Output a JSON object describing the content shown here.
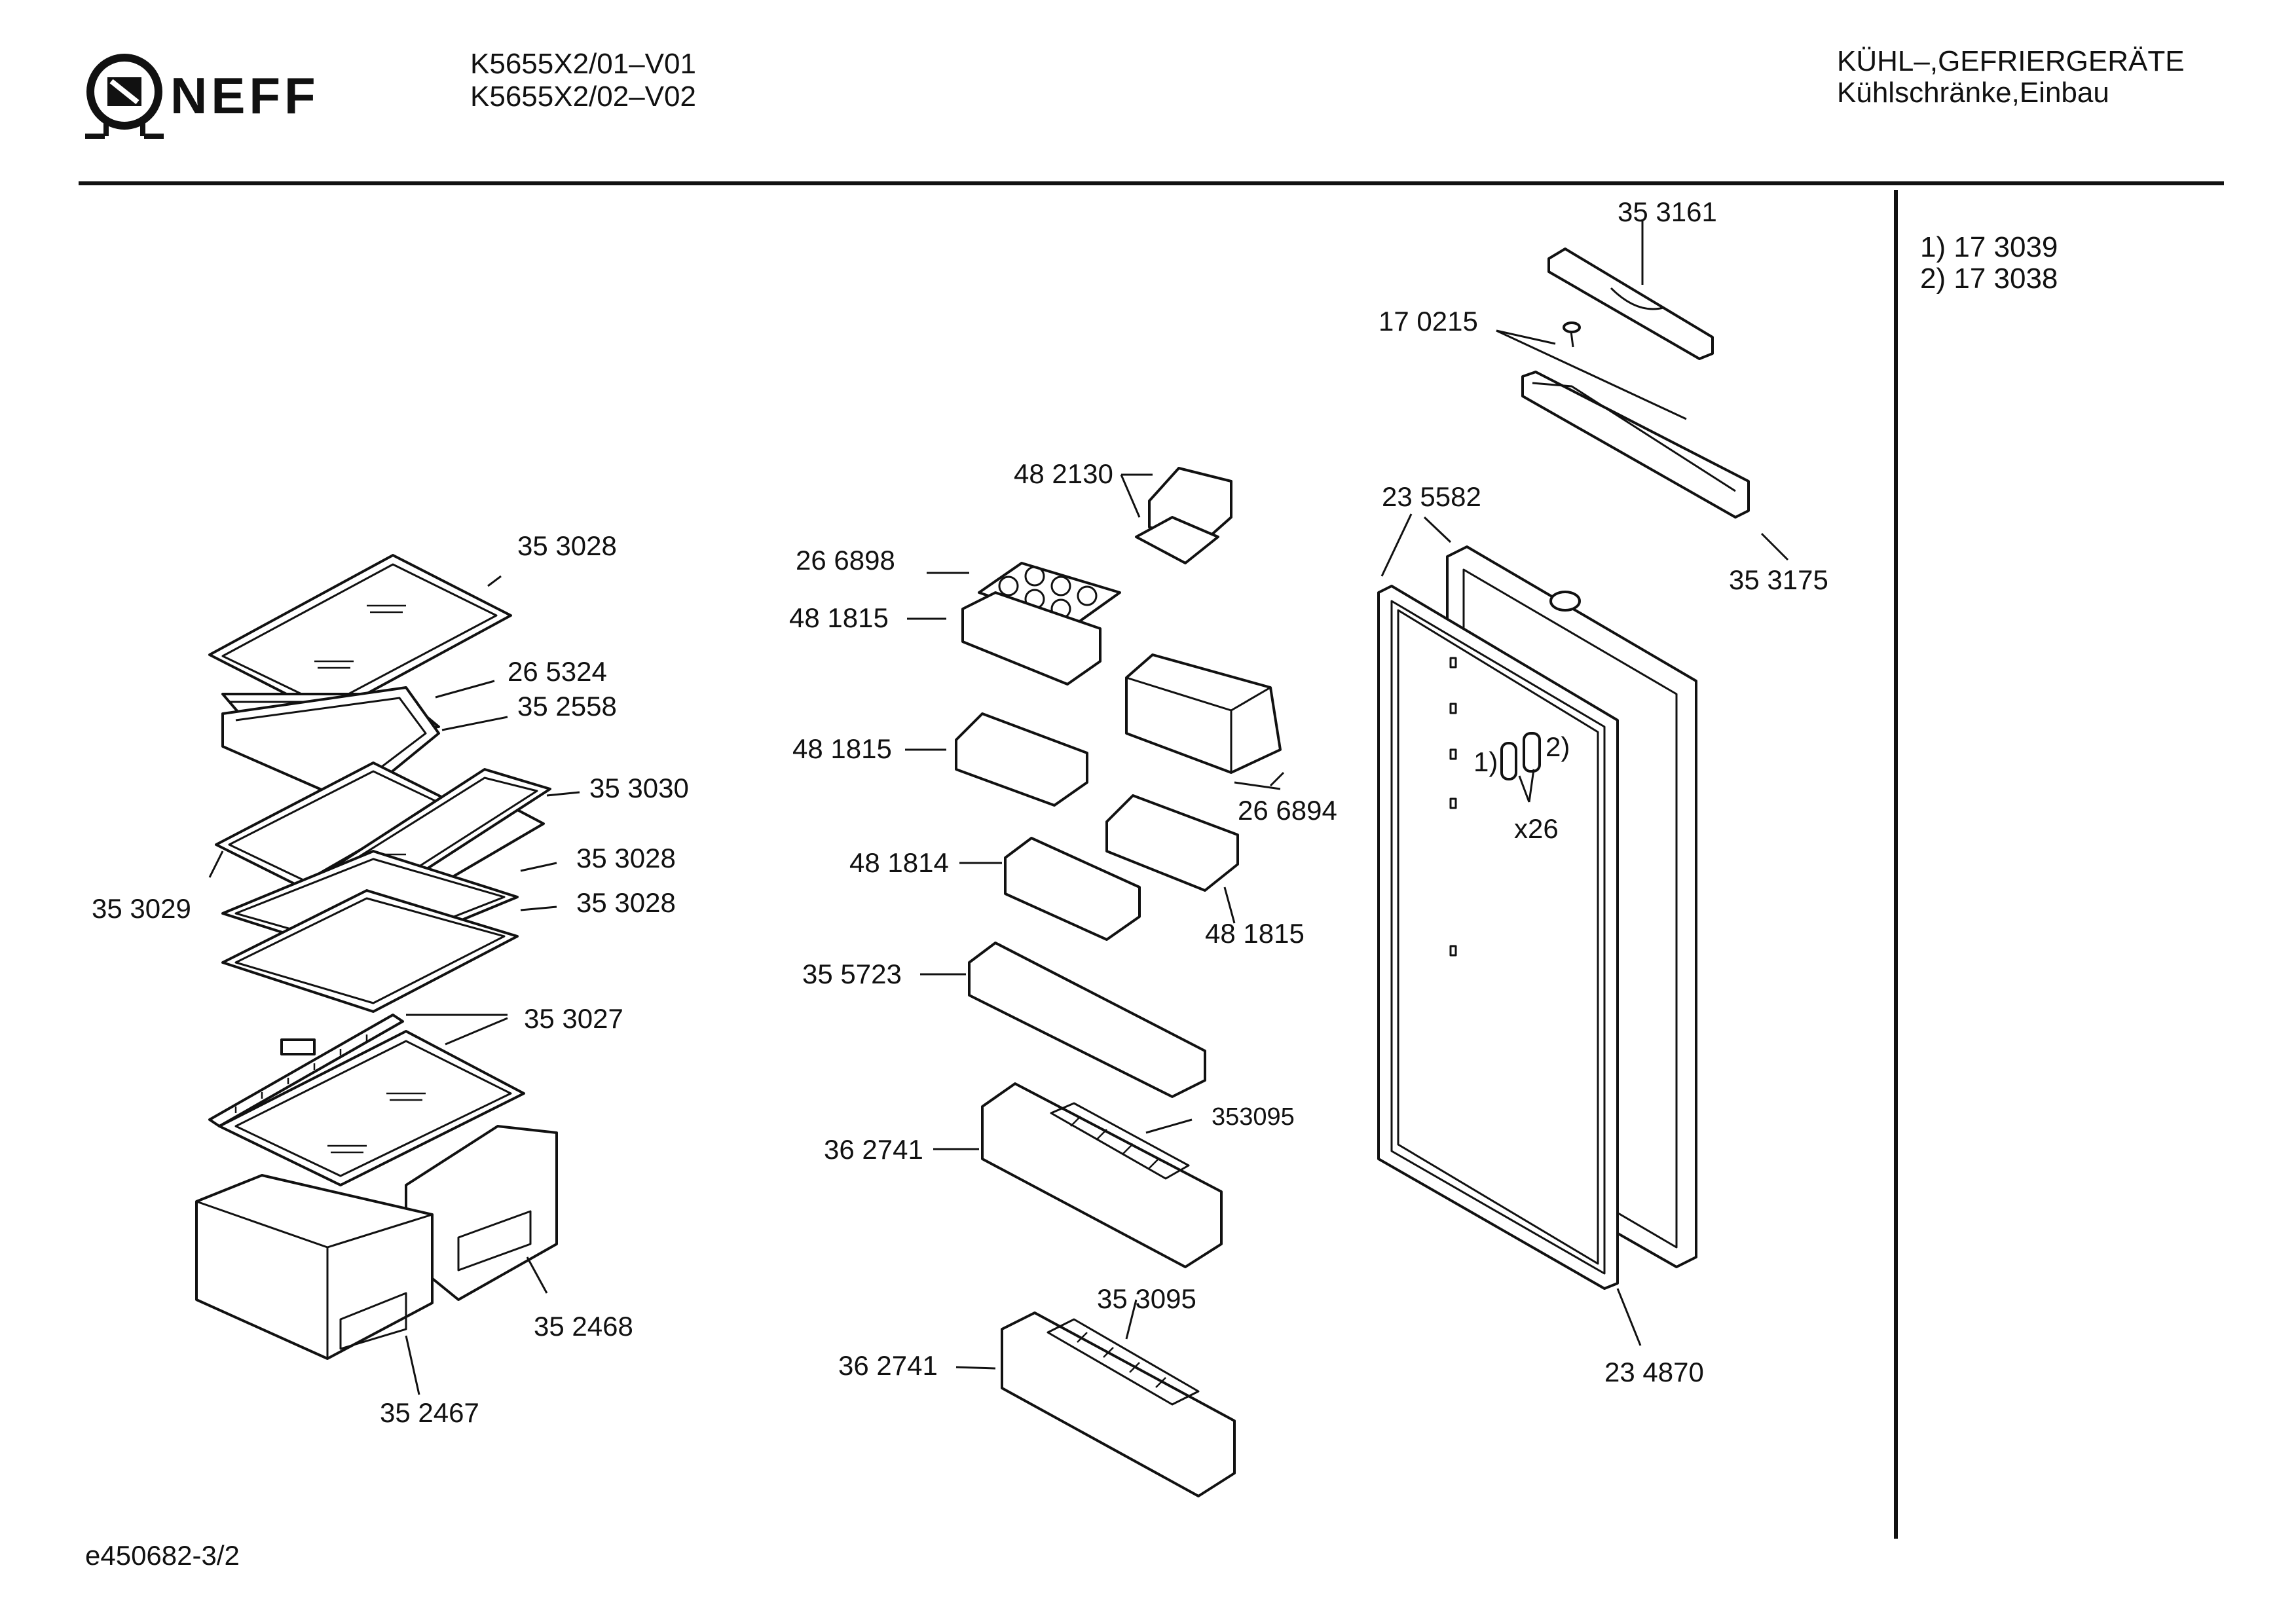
{
  "header": {
    "brand": "NEFF",
    "model_lines": [
      "K5655X2/01–V01",
      "K5655X2/02–V02"
    ],
    "category_lines": [
      "KÜHL–,GEFRIERGERÄTE",
      "Kühlschränke,Einbau"
    ]
  },
  "notes": [
    "1) 17 3039",
    "2) 17 3038"
  ],
  "parts": {
    "p353161": "35 3161",
    "p170215": "17 0215",
    "p353175": "35 3175",
    "p482130": "48 2130",
    "p266898": "26 6898",
    "p481815a": "48 1815",
    "p235582": "23 5582",
    "p353028a": "35 3028",
    "p265324": "26 5324",
    "p352558": "35 2558",
    "p481815b": "48 1815",
    "p266894": "26 6894",
    "p353030": "35 3030",
    "p353028b": "35 3028",
    "p353028c": "35 3028",
    "p353029": "35 3029",
    "p481814": "48 1814",
    "p481815c": "48 1815",
    "p355723": "35 5723",
    "p353027": "35 3027",
    "p353095a": "353095",
    "p362741a": "36 2741",
    "p352468": "35 2468",
    "p353095b": "35 3095",
    "p362741b": "36 2741",
    "p234870": "23 4870",
    "p352467": "35 2467",
    "note1": "1)",
    "note2": "2)",
    "x26": "x26"
  },
  "footer": {
    "drawing_id": "e450682-3/2"
  }
}
